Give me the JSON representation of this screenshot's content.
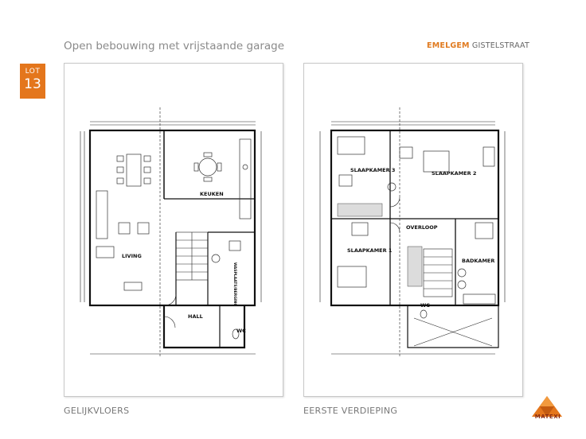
{
  "header": {
    "title": "Open bebouwing met vrijstaande garage",
    "location_city": "EMELGEM",
    "location_street": "GISTELSTRAAT"
  },
  "lot": {
    "label": "LOT",
    "number": "13"
  },
  "ground_floor": {
    "caption": "GELIJKVLOERS",
    "rooms": {
      "keuken": "KEUKEN",
      "living": "LIVING",
      "hall": "HALL",
      "wc": "WC",
      "stairs_label": "WASPLAATS/BERGING"
    }
  },
  "first_floor": {
    "caption": "EERSTE VERDIEPING",
    "rooms": {
      "slaapkamer3": "SLAAPKAMER 3",
      "slaapkamer2": "SLAAPKAMER 2",
      "slaapkamer1": "SLAAPKAMER 1",
      "overloop": "OVERLOOP",
      "badkamer": "BADKAMER",
      "wc": "WC"
    }
  },
  "logo": {
    "text": "MATEXI",
    "brand_color": "#e4761c",
    "dark_color": "#8b2d12"
  },
  "colors": {
    "accent": "#e4761c",
    "text_grey": "#8a8a8a"
  }
}
